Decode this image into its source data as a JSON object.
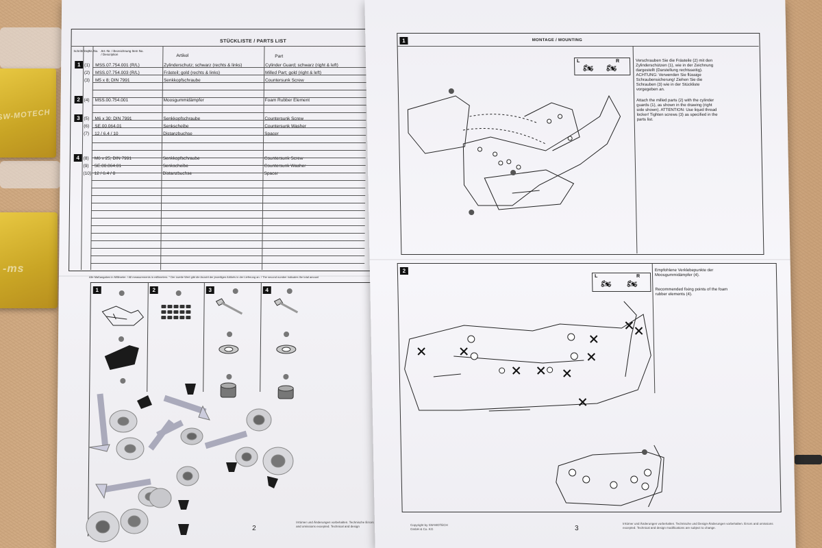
{
  "left_page": {
    "title": "STÜCKLISTE / PARTS LIST",
    "col_headers": {
      "step": "Schritt/Step",
      "no": "Nr./No.",
      "art": "Art.-Nr. / Bezeichnung Item No. / Description",
      "artikel": "Artikel",
      "part": "Part"
    },
    "rows": [
      {
        "step": "1",
        "no": "(1)",
        "art": "MSS.07.754.001 (R/L)",
        "artikel": "Zylinderschutz; schwarz (rechts & links)",
        "part": "Cylinder Guard; schwarz (right & left)"
      },
      {
        "step": "",
        "no": "(2)",
        "art": "MSS.07.754.003 (R/L)",
        "artikel": "Frästeil; gold (rechts & links)",
        "part": "Milled Part; gold (right & left)"
      },
      {
        "step": "",
        "no": "(3)",
        "art": "M5 x 8; DIN 7991",
        "artikel": "Senkkopfschraube",
        "part": "Countersunk Screw"
      },
      {
        "step": "2",
        "no": "(4)",
        "art": "MSS.00.754.001",
        "artikel": "Moosgummidämpfer",
        "part": "Foam Rubber Element"
      },
      {
        "step": "3",
        "no": "(5)",
        "art": "M6 x 30; DIN 7991",
        "artikel": "Senkkopfschraube",
        "part": "Countersunk Screw"
      },
      {
        "step": "",
        "no": "(6)",
        "art": "SE.00.064.01",
        "artikel": "Senkscheibe",
        "part": "Countersunk Washer"
      },
      {
        "step": "",
        "no": "(7)",
        "art": "12 / 6.4 / 10",
        "artikel": "Distanzbuchse",
        "part": "Spacer"
      },
      {
        "step": "4",
        "no": "(8)",
        "art": "M6 x 25; DIN 7991",
        "artikel": "Senkkopfschraube",
        "part": "Countersunk Screw"
      },
      {
        "step": "",
        "no": "(9)",
        "art": "SE.00.064.01",
        "artikel": "Senkscheibe",
        "part": "Countersunk Washer"
      },
      {
        "step": "",
        "no": "(10)",
        "art": "12 / 6.4 / 8",
        "artikel": "Distanzbuchse",
        "part": "Spacer"
      }
    ],
    "footnote": "Alle Maßangaben in Millimeter. / All measurements in millimeters.   * Der zweite Wert gibt die Anzahl der jeweiligen Artikels in der Lieferung an. / The second number indicates the total amount",
    "step_panels": [
      "1",
      "2",
      "3",
      "4"
    ],
    "page_number": "2",
    "disclaimer": "Irrtümer und Änderungen vorbehalten. Technische Errors and omissions excepted. Technical and design"
  },
  "right_page": {
    "title": "MONTAGE / MOUNTING",
    "step1_badge": "1",
    "step2_badge": "2",
    "lr_label_l": "L",
    "lr_label_r": "R",
    "step1_note_de": "Verschrauben Sie die Frästeile (2) mit den Zylinderschützen (1), wie in der Zeichnung dargestellt (Darstellung rechtsseitig). ACHTUNG: Verwenden Sie flüssige Schraubensicherung! Ziehen Sie die Schrauben (3) wie in der Stückliste vorgegeben an.",
    "step1_note_en": "Attach the milled parts (2) with the cylinder guards (1), as shown in the drawing (right side shown). ATTENTION: Use liquid thread locker! Tighten screws (3) as specified in the parts list.",
    "step2_note_de": "Empfohlene Verklebepunkte der Moosgummidämpfer (4).",
    "step2_note_en": "Recommended fixing points of the foam rubber elements (4).",
    "copyright": "Copyright by SW-MOTECH GmbH & Co. KG",
    "page_number": "3",
    "disclaimer": "Irrtümer und Änderungen vorbehalten. Technische und Design-Änderungen vorbehalten. Errors and omissions excepted. Technical and design modifications are subject to change."
  },
  "background": {
    "gold_part_text_1": "SW-MOTECH",
    "gold_part_text_2": "-ms"
  }
}
